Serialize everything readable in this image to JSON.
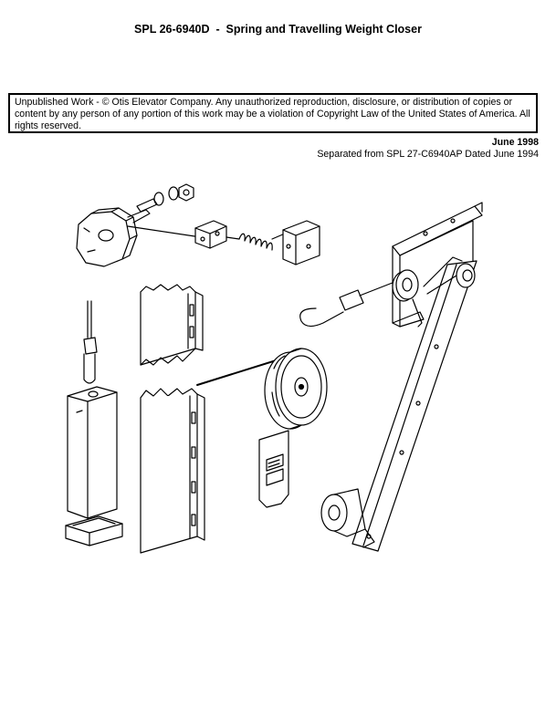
{
  "document": {
    "title": "SPL 26-6940D  -  Spring and Travelling Weight Closer",
    "copyright_notice": "Unpublished Work - © Otis Elevator Company.  Any unauthorized reproduction, disclosure, or distribution of copies or content by any person of any portion of this work may be a violation of Copyright Law of the United States of America.  All rights reserved.",
    "date": "June 1998",
    "separated_from": "Separated from SPL 27-C6940AP Dated June 1994"
  },
  "colors": {
    "ink": "#000000",
    "paper": "#ffffff"
  }
}
